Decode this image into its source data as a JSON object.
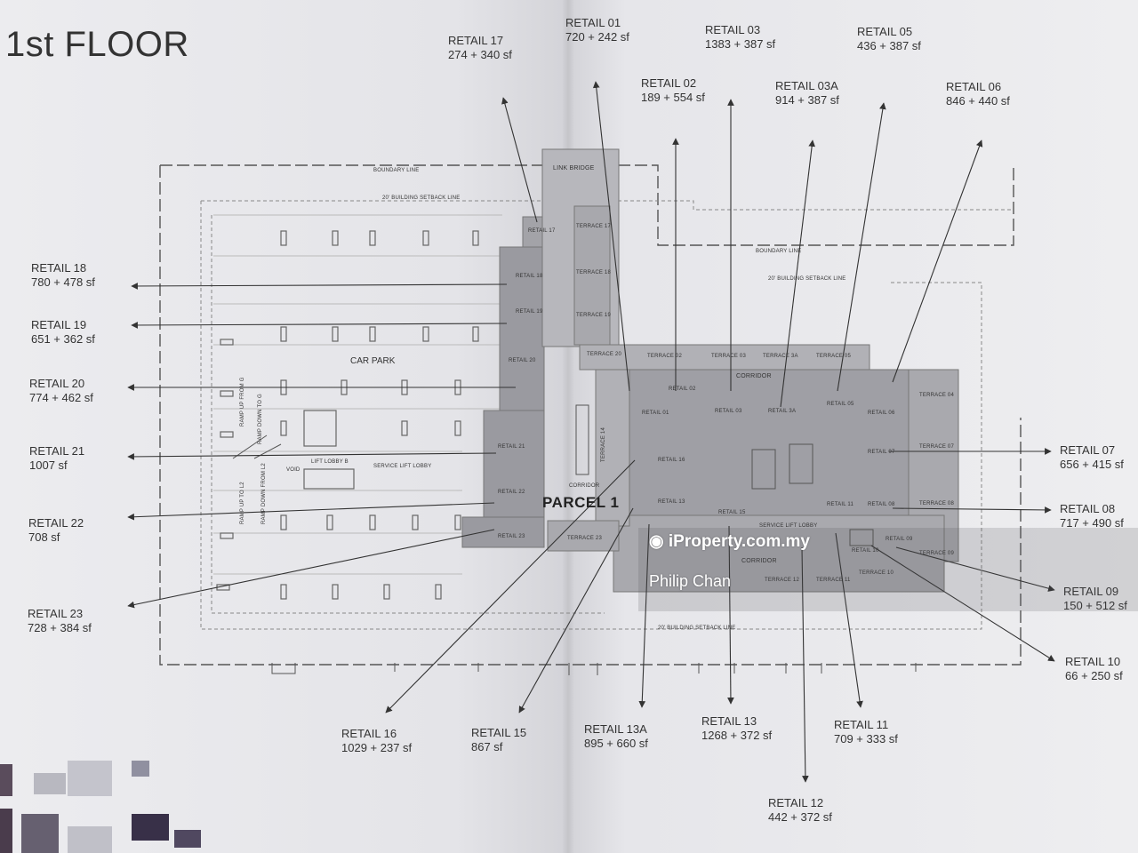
{
  "title": "1st FLOOR",
  "parcel_label": "PARCEL 1",
  "watermark": {
    "logo": "iProperty.com.my",
    "agent": "Philip Chan"
  },
  "plan": {
    "car_park": "CAR PARK",
    "link_bridge": "LINK BRIDGE",
    "boundary_line": "BOUNDARY LINE",
    "setback": "20' BUILDING SETBACK LINE",
    "corridor": "CORRIDOR",
    "lift_lobby_b": "LIFT LOBBY B",
    "service_lift_lobby": "SERVICE LIFT LOBBY",
    "void": "VOID",
    "ramp_up_g": "RAMP UP FROM G",
    "ramp_down_g": "RAMP DOWN TO G",
    "ramp_up_l2": "RAMP UP TO L2",
    "ramp_down_l2": "RAMP DOWN FROM L2"
  },
  "units": [
    {
      "name": "RETAIL 17",
      "area": "274 + 340 sf"
    },
    {
      "name": "RETAIL 01",
      "area": "720 + 242 sf"
    },
    {
      "name": "RETAIL 03",
      "area": "1383 + 387 sf"
    },
    {
      "name": "RETAIL 05",
      "area": "436 + 387 sf"
    },
    {
      "name": "RETAIL 02",
      "area": "189 + 554 sf"
    },
    {
      "name": "RETAIL 03A",
      "area": "914 + 387 sf"
    },
    {
      "name": "RETAIL 06",
      "area": "846 + 440 sf"
    },
    {
      "name": "RETAIL 18",
      "area": "780 + 478 sf"
    },
    {
      "name": "RETAIL 19",
      "area": "651 + 362 sf"
    },
    {
      "name": "RETAIL 20",
      "area": "774 + 462 sf"
    },
    {
      "name": "RETAIL 21",
      "area": "1007 sf"
    },
    {
      "name": "RETAIL 22",
      "area": "708 sf"
    },
    {
      "name": "RETAIL 23",
      "area": "728 + 384 sf"
    },
    {
      "name": "RETAIL 07",
      "area": "656 + 415 sf"
    },
    {
      "name": "RETAIL 08",
      "area": "717 + 490 sf"
    },
    {
      "name": "RETAIL 09",
      "area": "150 + 512 sf"
    },
    {
      "name": "RETAIL 10",
      "area": "66 + 250 sf"
    },
    {
      "name": "RETAIL 16",
      "area": "1029 + 237 sf"
    },
    {
      "name": "RETAIL 15",
      "area": "867 sf"
    },
    {
      "name": "RETAIL 13A",
      "area": "895 + 660 sf"
    },
    {
      "name": "RETAIL 13",
      "area": "1268 + 372 sf"
    },
    {
      "name": "RETAIL 11",
      "area": "709 + 333 sf"
    },
    {
      "name": "RETAIL 12",
      "area": "442 + 372 sf"
    }
  ],
  "inplan_units": [
    "RETAIL 17",
    "RETAIL 18",
    "RETAIL 19",
    "RETAIL 20",
    "RETAIL 21",
    "RETAIL 22",
    "RETAIL 23",
    "RETAIL 01",
    "RETAIL 02",
    "RETAIL 03",
    "RETAIL 3A",
    "RETAIL 05",
    "RETAIL 06",
    "RETAIL 07",
    "RETAIL 08",
    "RETAIL 09",
    "RETAIL 10",
    "RETAIL 11",
    "RETAIL 13",
    "RETAIL 16",
    "RETAIL 15"
  ],
  "terraces": [
    "TERRACE 17",
    "TERRACE 18",
    "TERRACE 19",
    "TERRACE 20",
    "TERRACE 02",
    "TERRACE 03",
    "TERRACE 3A",
    "TERRACE 05",
    "TERRACE 04",
    "TERRACE 07",
    "TERRACE 08",
    "TERRACE 09",
    "TERRACE 10",
    "TERRACE 11",
    "TERRACE 12",
    "TERRACE 23",
    "TERRACE 14"
  ]
}
